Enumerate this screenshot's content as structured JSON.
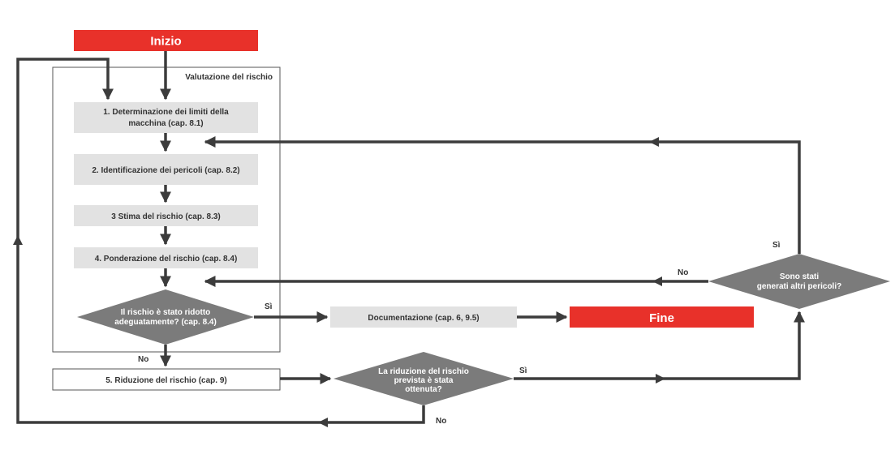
{
  "start": {
    "label": "Inizio"
  },
  "end": {
    "label": "Fine"
  },
  "assessment_group": {
    "title": "Valutazione del rischio"
  },
  "steps": [
    {
      "line1": "1. Determinazione dei limiti della",
      "line2": "macchina (cap. 8.1)"
    },
    {
      "line1": "2. Identificazione dei pericoli (cap. 8.2)"
    },
    {
      "line1": "3 Stima del rischio (cap. 8.3)"
    },
    {
      "line1": "4. Ponderazione del rischio (cap. 8.4)"
    }
  ],
  "decision_reduced": {
    "line1": "Il rischio è stato ridotto",
    "line2": "adeguatamente? (cap. 8.4)"
  },
  "documentation": {
    "label": "Documentazione (cap. 6, 9.5)"
  },
  "risk_reduction": {
    "label": "5. Riduzione del rischio (cap. 9)"
  },
  "decision_achieved": {
    "line1": "La riduzione del rischio",
    "line2": "prevista è stata",
    "line3": "ottenuta?"
  },
  "decision_new_hazards": {
    "line1": "Sono stati",
    "line2": "generati altri pericoli?"
  },
  "edge_labels": {
    "reduced_yes": "Sì",
    "reduced_no": "No",
    "achieved_yes": "Sì",
    "achieved_no": "No",
    "hazards_yes": "Sì",
    "hazards_no": "No"
  },
  "colors": {
    "start_end": "#e8312a",
    "step_box": "#e2e2e2",
    "decision": "#7b7b7b",
    "line": "#3c3c3c",
    "frame": "#555555"
  }
}
